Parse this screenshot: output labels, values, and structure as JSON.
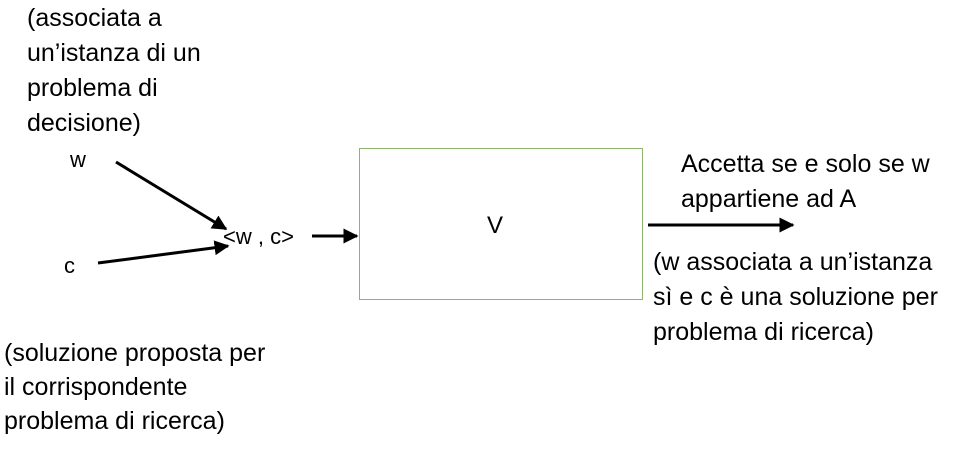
{
  "top_note": {
    "lines": [
      "(associata a",
      "un’istanza di un",
      "problema di",
      "decisione)"
    ]
  },
  "input_w": "w",
  "input_c": "c",
  "pair_label": "<w , c>",
  "verifier_label": "V",
  "output_label": {
    "lines": [
      "Accetta se e solo se w",
      "appartiene ad A"
    ]
  },
  "output_note": {
    "lines": [
      "(w associata a un’istanza",
      "sì e c è una soluzione per",
      "problema di ricerca)"
    ]
  },
  "bottom_note": {
    "lines": [
      "(soluzione proposta per",
      "il corrispondente",
      "problema di ricerca)"
    ]
  },
  "colors": {
    "box_border": "#8cb56b",
    "arrow": "#000000"
  }
}
